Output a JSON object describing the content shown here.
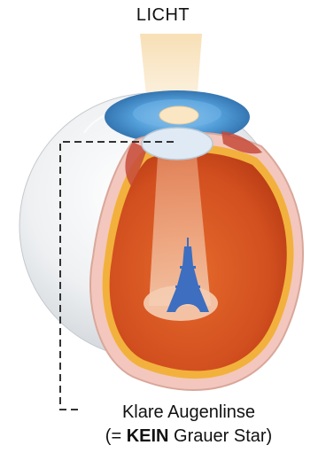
{
  "labels": {
    "light": "LICHT",
    "caption_line1": "Klare Augenlinse",
    "caption_line2_open": "(= ",
    "caption_line2_bold": "KEIN",
    "caption_line2_rest": " Grauer Star)"
  },
  "icons": {
    "eye": "eye-cross-section-icon",
    "lens": "clear-lens-icon",
    "target": "eiffel-tower-icon"
  },
  "colors": {
    "light_beam": "#f6ddb0",
    "sclera": "#dfe3e6",
    "iris": "#3f8fd1",
    "retina_interior": "#d95a23",
    "retina_rim": "#f2b13c",
    "eiffel_tower": "#3d6ec0",
    "leader_line": "#333333"
  }
}
